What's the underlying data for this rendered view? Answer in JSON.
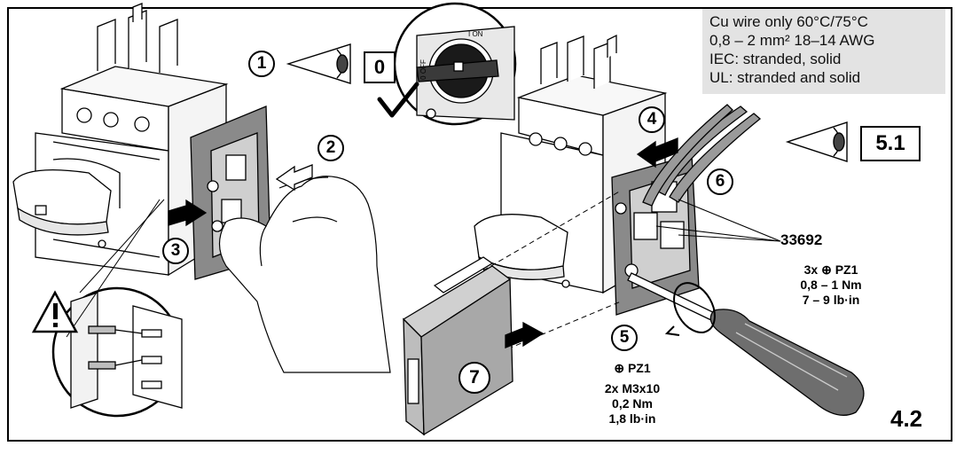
{
  "spec_box": {
    "lines": [
      "Cu wire only   60°C/75°C",
      "0,8 – 2 mm² 18–14 AWG",
      "IEC: stranded, solid",
      "UL: stranded and solid"
    ]
  },
  "labels": {
    "switch_position": "0",
    "view_ref": "5.1",
    "page_number": "4.2"
  },
  "steps": [
    "1",
    "2",
    "3",
    "4",
    "5",
    "6",
    "7"
  ],
  "part_number": "33692",
  "torque_right": {
    "tool": "3x ⊕ PZ1",
    "torque_nm": "0,8 – 1 Nm",
    "torque_lbin": "7 – 9 lb·in"
  },
  "torque_bottom": {
    "tool": "⊕ PZ1",
    "screws": "2x M3x10",
    "torque_nm": "0,2 Nm",
    "torque_lbin": "1,8 lb·in"
  },
  "switch_marks": {
    "on": "I ON",
    "off": "0 OFF"
  },
  "colors": {
    "accent_gray": "#e3e3e3",
    "part_gray": "#8a8a8a",
    "line": "#000000"
  }
}
